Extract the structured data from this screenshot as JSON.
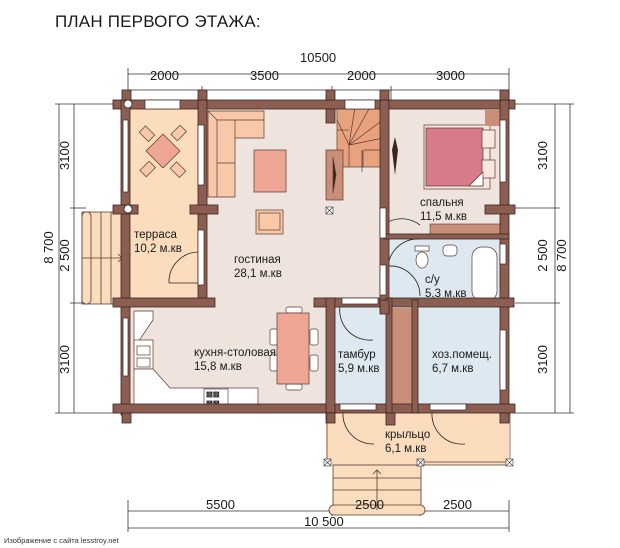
{
  "title": "ПЛАН ПЕРВОГО ЭТАЖА:",
  "dimensions": {
    "top_total": "10500",
    "top_segments": [
      "2000",
      "3500",
      "2000",
      "3000"
    ],
    "bottom_total": "10 500",
    "bottom_segments": [
      "5500",
      "2500",
      "2500"
    ],
    "left_total": "8 700",
    "left_segments": [
      "3100",
      "2 500",
      "3100"
    ],
    "right_total": "8 700",
    "right_segments": [
      "3100",
      "2 500",
      "3100"
    ]
  },
  "rooms": [
    {
      "name": "терраса",
      "area": "10,2 м.кв"
    },
    {
      "name": "гостиная",
      "area": "28,1 м.кв"
    },
    {
      "name": "спальня",
      "area": "11,5 м.кв"
    },
    {
      "name": "с/у",
      "area": "5,3 м.кв"
    },
    {
      "name": "кухня-столовая",
      "area": "15,8 м.кв"
    },
    {
      "name": "тамбур",
      "area": "5,9 м.кв"
    },
    {
      "name": "хоз.помещ.",
      "area": "6,7 м.кв"
    },
    {
      "name": "крыльцо",
      "area": "6,1 м.кв"
    }
  ],
  "credit": "Изображение с сайта lesstroy.net",
  "colors": {
    "wall": "#8c5e52",
    "wall_stroke": "#3a2520",
    "terrace_floor": "#fbdcbc",
    "living_floor": "#efe3de",
    "wet_floor": "#dde8f0",
    "furniture_light": "#f7c9a8",
    "furniture_pink": "#eea593",
    "stair": "#e9a27e"
  }
}
